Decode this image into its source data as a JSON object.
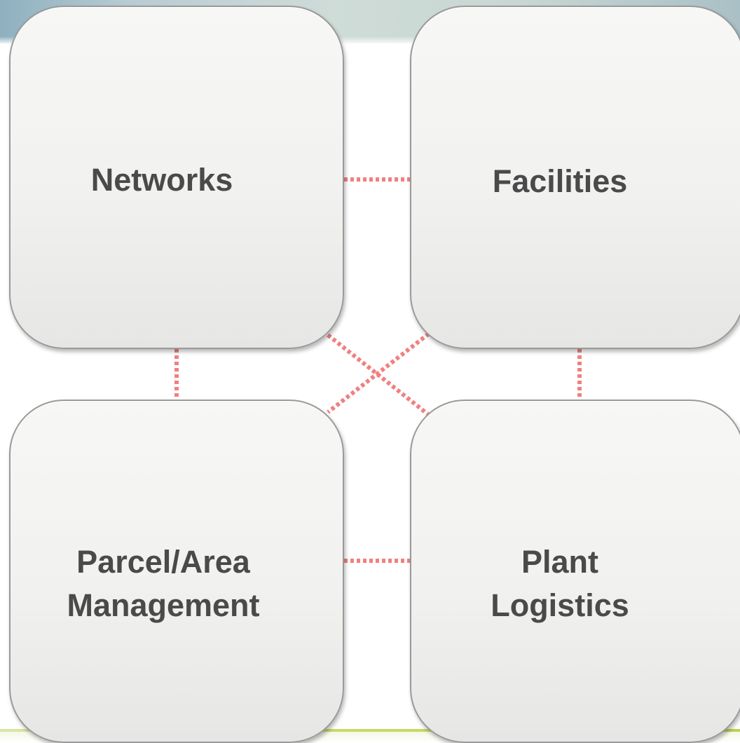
{
  "diagram": {
    "nodes": [
      {
        "id": "networks",
        "label": "Networks"
      },
      {
        "id": "facilities",
        "label": "Facilities"
      },
      {
        "id": "parcel",
        "label": "Parcel/Area\nManagement"
      },
      {
        "id": "plant",
        "label": "Plant\nLogistics"
      }
    ],
    "edges": [
      {
        "from": "networks",
        "to": "facilities"
      },
      {
        "from": "networks",
        "to": "parcel"
      },
      {
        "from": "facilities",
        "to": "plant"
      },
      {
        "from": "parcel",
        "to": "plant"
      },
      {
        "from": "networks",
        "to": "plant"
      },
      {
        "from": "facilities",
        "to": "parcel"
      }
    ],
    "colors": {
      "connector": "#f08080",
      "box_border": "#9a9a9a",
      "label": "#4a4a4a"
    }
  }
}
